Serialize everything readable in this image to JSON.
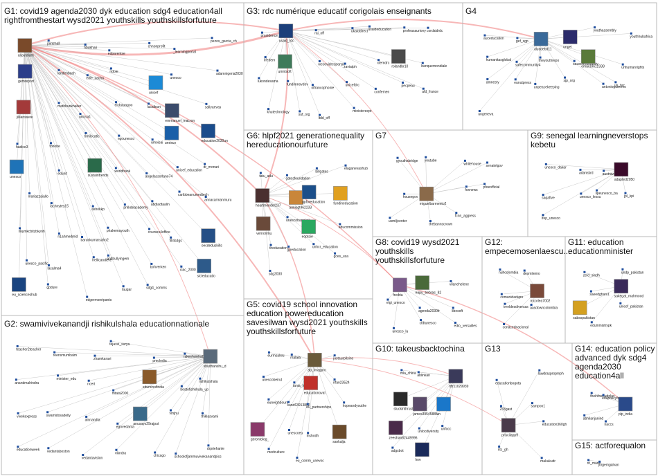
{
  "groups": [
    {
      "id": "G1",
      "title_lines": [
        "G1: covid19 agenda2030 dyk education sdg4 education4all",
        "rightfromthestart wysd2021 youthskills youthskillsforfuture"
      ]
    },
    {
      "id": "G2",
      "title_lines": [
        "G2: swamivivekanandji rishikulshala educationnationale"
      ]
    },
    {
      "id": "G3",
      "title_lines": [
        "G3: rdc numérique educatif corigolais enseignants"
      ]
    },
    {
      "id": "G4",
      "title_lines": [
        "G4"
      ]
    },
    {
      "id": "G5",
      "title_lines": [
        "G5: covid19 school innovation",
        "education powereducation",
        "savesilwan wysd2021 youthskills",
        "youthskillsforfuture"
      ]
    },
    {
      "id": "G6",
      "title_lines": [
        "G6: hlpf2021 generationequality",
        "hereducationourfuture"
      ]
    },
    {
      "id": "G7",
      "title_lines": [
        "G7"
      ]
    },
    {
      "id": "G8",
      "title_lines": [
        "G8: covid19 wysd2021",
        "youthskills",
        "youthskillsforfuture"
      ]
    },
    {
      "id": "G9",
      "title_lines": [
        "G9: senegal learningneverstops",
        "kebetu"
      ]
    },
    {
      "id": "G10",
      "title_lines": [
        "G10: takeusbacktochina"
      ]
    },
    {
      "id": "G11",
      "title_lines": [
        "G11: education",
        "educationminister"
      ]
    },
    {
      "id": "G12",
      "title_lines": [
        "G12:",
        "empecemosenlaescu..."
      ]
    },
    {
      "id": "G13",
      "title_lines": [
        "G13"
      ]
    },
    {
      "id": "G14",
      "title_lines": [
        "G14: education policy",
        "advanced dyk sdg4",
        "agenda2030",
        "education4all"
      ]
    },
    {
      "id": "G15",
      "title_lines": [
        "G15: actforequalon"
      ]
    }
  ],
  "nodes": [
    {
      "label": "aljoutalam",
      "group": "G1",
      "avatar": true,
      "color": "#7a4a2a"
    },
    {
      "label": "jointmall",
      "group": "G1"
    },
    {
      "label": "hbukhari",
      "group": "G1"
    },
    {
      "label": "edparentse",
      "group": "G1"
    },
    {
      "label": "chnonprofit",
      "group": "G1"
    },
    {
      "label": "_learningportal",
      "group": "G1"
    },
    {
      "label": "pezos_garcia_ch",
      "group": "G1"
    },
    {
      "label": "gemreport",
      "group": "G1",
      "avatar": true,
      "color": "#2c3e8a"
    },
    {
      "label": "landenbach",
      "group": "G1"
    },
    {
      "label": "edie_zacha",
      "group": "G1"
    },
    {
      "label": "ndole",
      "group": "G1"
    },
    {
      "label": "unicef",
      "group": "G1",
      "avatar": true,
      "color": "#1c8ad6"
    },
    {
      "label": "unesco",
      "group": "G1"
    },
    {
      "label": "adamnigeria2030",
      "group": "G1"
    },
    {
      "label": "jillianssere",
      "group": "G1",
      "avatar": true,
      "color": "#a33a3a"
    },
    {
      "label": "mathbunkhalter",
      "group": "G1"
    },
    {
      "label": "unicsa1",
      "group": "G1"
    },
    {
      "label": "eicbauagoo",
      "group": "G1"
    },
    {
      "label": "lucalicon",
      "group": "G1"
    },
    {
      "label": "emmanuel_macron",
      "group": "G1",
      "avatar": true,
      "color": "#3b4b6b"
    },
    {
      "label": "sallyaevas",
      "group": "G1"
    },
    {
      "label": "hadice3",
      "group": "G1"
    },
    {
      "label": "tonobe",
      "group": "G1"
    },
    {
      "label": "timilccatic",
      "group": "G1"
    },
    {
      "label": "ngounesco",
      "group": "G1"
    },
    {
      "label": "umoisai",
      "group": "G1"
    },
    {
      "label": "unesco",
      "group": "G1",
      "avatar": true,
      "color": "#1a5fa8"
    },
    {
      "label": "education2030un",
      "group": "G1",
      "avatar": true,
      "color": "#1a4c8c"
    },
    {
      "label": "unesco",
      "group": "G1",
      "avatar": true,
      "color": "#1f73b7"
    },
    {
      "label": "edunit",
      "group": "G1"
    },
    {
      "label": "sustaintrends",
      "group": "G1",
      "avatar": true,
      "color": "#2a6a4a"
    },
    {
      "label": "worldbank",
      "group": "G1"
    },
    {
      "label": "angelacsorlano74",
      "group": "G1"
    },
    {
      "label": "unicef_education",
      "group": "G1"
    },
    {
      "label": "dr_monari",
      "group": "G1"
    },
    {
      "label": "mariazzaiallo",
      "group": "G1"
    },
    {
      "label": "lachnytes15",
      "group": "G1"
    },
    {
      "label": "ashokkp",
      "group": "G1"
    },
    {
      "label": "prkkdeacademy",
      "group": "G1"
    },
    {
      "label": "abdiadtaalin",
      "group": "G1"
    },
    {
      "label": "caribbeanumedtech",
      "group": "G1"
    },
    {
      "label": "annacarmanmuru",
      "group": "G1"
    },
    {
      "label": "nkymkcbitzbkynh",
      "group": "G1"
    },
    {
      "label": "n1ahmedmid",
      "group": "G1"
    },
    {
      "label": "barunkumarsaho2",
      "group": "G1"
    },
    {
      "label": "phakemayouth",
      "group": "G1"
    },
    {
      "label": "courses4office",
      "group": "G1"
    },
    {
      "label": "fill4sdgs",
      "group": "G1"
    },
    {
      "label": "oecdeduskills",
      "group": "G1",
      "avatar": true,
      "color": "#254f86"
    },
    {
      "label": "unesco_pacific",
      "group": "G1"
    },
    {
      "label": "lacalma4",
      "group": "G1"
    },
    {
      "label": "hellicandiere",
      "group": "G1"
    },
    {
      "label": "antibullyingem",
      "group": "G1"
    },
    {
      "label": "bohverken",
      "group": "G1"
    },
    {
      "label": "ciac_2000",
      "group": "G1"
    },
    {
      "label": "sicleducatio",
      "group": "G1",
      "avatar": true,
      "color": "#2d5a8a"
    },
    {
      "label": "eu_scienceshub",
      "group": "G1",
      "avatar": true,
      "color": "#1a4480"
    },
    {
      "label": "gpdure",
      "group": "G1"
    },
    {
      "label": "edgermonripants",
      "group": "G1"
    },
    {
      "label": "laugar",
      "group": "G1"
    },
    {
      "label": "sdg4_comms",
      "group": "G1"
    },
    {
      "label": "prasidence_rdc",
      "group": "G3"
    },
    {
      "label": "usaid_rdc",
      "group": "G3",
      "avatar": true,
      "color": "#1b3f7a"
    },
    {
      "label": "rai_off",
      "group": "G3"
    },
    {
      "label": "ukaiddirect",
      "group": "G3"
    },
    {
      "label": "usaideducation",
      "group": "G3"
    },
    {
      "label": "profeasauriony",
      "group": "G3"
    },
    {
      "label": "cordaidrdc",
      "group": "G3"
    },
    {
      "label": "lifedem",
      "group": "G3"
    },
    {
      "label": "umntsoft",
      "group": "G3",
      "avatar": true,
      "color": "#3f7a5a"
    },
    {
      "label": "wecovidresponse",
      "group": "G3"
    },
    {
      "label": "zaviatph",
      "group": "G3"
    },
    {
      "label": "xtemdrc",
      "group": "G3"
    },
    {
      "label": "rolandbr10",
      "group": "G3",
      "avatar": true,
      "color": "#4a4a4a"
    },
    {
      "label": "banquemondiale",
      "group": "G3"
    },
    {
      "label": "lukondesama",
      "group": "G3"
    },
    {
      "label": "fundimnovdev",
      "group": "G3"
    },
    {
      "label": "oifrancophonie",
      "group": "G3"
    },
    {
      "label": "unicefdrc",
      "group": "G3"
    },
    {
      "label": "confemen",
      "group": "G3"
    },
    {
      "label": "pecpeau",
      "group": "G3"
    },
    {
      "label": "afd_france",
      "group": "G3"
    },
    {
      "label": "khutechnology",
      "group": "G3"
    },
    {
      "label": "suf_org",
      "group": "G3"
    },
    {
      "label": "ltdd_off",
      "group": "G3"
    },
    {
      "label": "ministereept",
      "group": "G3"
    },
    {
      "label": "auceducation",
      "group": "G4"
    },
    {
      "label": "gef_sgp",
      "group": "G4"
    },
    {
      "label": "alyadebd11",
      "group": "G4",
      "avatar": true,
      "color": "#3a6a9a"
    },
    {
      "label": "ungei",
      "group": "G4",
      "avatar": true,
      "color": "#2b2b6b"
    },
    {
      "label": "youthassembly",
      "group": "G4"
    },
    {
      "label": "youthhubafrica",
      "group": "G4"
    },
    {
      "label": "humanitasglobal",
      "group": "G4"
    },
    {
      "label": "safecommunity4",
      "group": "G4"
    },
    {
      "label": "theyouthrepo",
      "group": "G4"
    },
    {
      "label": "saued4humanity",
      "group": "G4"
    },
    {
      "label": "omar39612338",
      "group": "G4",
      "avatar": true,
      "color": "#5a7a3a"
    },
    {
      "label": "unhumanrights",
      "group": "G4"
    },
    {
      "label": "amnesty",
      "group": "G4"
    },
    {
      "label": "eunutpress",
      "group": "G4"
    },
    {
      "label": "unpeacekeeping",
      "group": "G4"
    },
    {
      "label": "sjp_org",
      "group": "G4"
    },
    {
      "label": "antonioguterres",
      "group": "G4"
    },
    {
      "label": "un_hrc",
      "group": "G4"
    },
    {
      "label": "ungeneva",
      "group": "G4"
    },
    {
      "label": "tatu_adu",
      "group": "G6"
    },
    {
      "label": "gatesfoundation",
      "group": "G6"
    },
    {
      "label": "billgates",
      "group": "G6"
    },
    {
      "label": "elaganevashub",
      "group": "G6"
    },
    {
      "label": "heartmender237",
      "group": "G6",
      "avatar": true,
      "color": "#4a3030"
    },
    {
      "label": "aunisgt462233",
      "group": "G6",
      "avatar": true,
      "color": "#c9863a"
    },
    {
      "label": "gpforeducation",
      "group": "G6",
      "avatar": true,
      "color": "#1b4f8a"
    },
    {
      "label": "fundineducation",
      "group": "G6",
      "avatar": true,
      "color": "#e0a020"
    },
    {
      "label": "vernonmu",
      "group": "G6",
      "avatar": true,
      "color": "#6a4a3a"
    },
    {
      "label": "unescobangkok",
      "group": "G6"
    },
    {
      "label": "eoptsie",
      "group": "G6",
      "avatar": true,
      "color": "#2aa860"
    },
    {
      "label": "educommission",
      "group": "G6"
    },
    {
      "label": "theducation",
      "group": "G6"
    },
    {
      "label": "gpeducation",
      "group": "G6"
    },
    {
      "label": "unhcr_education",
      "group": "G6"
    },
    {
      "label": "gces_usa",
      "group": "G6"
    },
    {
      "label": "sdg2030",
      "group": "G6"
    },
    {
      "label": "gyouthsbridge",
      "group": "G7"
    },
    {
      "label": "youtube",
      "group": "G7"
    },
    {
      "label": "whitehouse",
      "group": "G7"
    },
    {
      "label": "senatelgov",
      "group": "G7"
    },
    {
      "label": "housegov",
      "group": "G7"
    },
    {
      "label": "miguelbarmento2",
      "group": "G7",
      "avatar": true,
      "color": "#8a6a4a"
    },
    {
      "label": "foxnews",
      "group": "G7"
    },
    {
      "label": "pfoeofficial",
      "group": "G7"
    },
    {
      "label": "usmiljcenter",
      "group": "G7"
    },
    {
      "label": "thebannscrown",
      "group": "G7"
    },
    {
      "label": "fcnn_aggress",
      "group": "G7"
    },
    {
      "label": "unesco_dakar",
      "group": "G9"
    },
    {
      "label": "adanistrd",
      "group": "G9"
    },
    {
      "label": "austravels",
      "group": "G9"
    },
    {
      "label": "adapted2050",
      "group": "G9",
      "avatar": true,
      "color": "#3a0a2a"
    },
    {
      "label": "saqafive",
      "group": "G9"
    },
    {
      "label": "unesco_lessu",
      "group": "G9"
    },
    {
      "label": "lipeunesco_ba",
      "group": "G9"
    },
    {
      "label": "jpl_kpi",
      "group": "G9"
    },
    {
      "label": "lfep_unesco",
      "group": "G9"
    },
    {
      "label": "fredria",
      "group": "G8",
      "avatar": true,
      "color": "#7a5a8a"
    },
    {
      "label": "eapu_bebras_82",
      "group": "G8",
      "avatar": true,
      "color": "#4a6a3a"
    },
    {
      "label": "vilanehelene",
      "group": "G8"
    },
    {
      "label": "elgi_unesco",
      "group": "G8"
    },
    {
      "label": "agenda2030fr",
      "group": "G8"
    },
    {
      "label": "libesoft",
      "group": "G8"
    },
    {
      "label": "unesco_lu",
      "group": "G8"
    },
    {
      "label": "cfdtunesco",
      "group": "G8"
    },
    {
      "label": "edio_versailles",
      "group": "G8"
    },
    {
      "label": "nuhcolombia",
      "group": "G12"
    },
    {
      "label": "desmitemo",
      "group": "G12"
    },
    {
      "label": "comunidadupn",
      "group": "G12"
    },
    {
      "label": "mcorlea7002",
      "group": "G12",
      "avatar": true,
      "color": "#7a4a3a"
    },
    {
      "label": "tmvldesdiversas",
      "group": "G12"
    },
    {
      "label": "aasdowncolombia",
      "group": "G12"
    },
    {
      "label": "conacednacional",
      "group": "G12"
    },
    {
      "label": "zeid_sindh",
      "group": "G11"
    },
    {
      "label": "undp_pakistan",
      "group": "G11"
    },
    {
      "label": "saeedghani1",
      "group": "G11"
    },
    {
      "label": "sakegat_mahmood",
      "group": "G11",
      "avatar": true,
      "color": "#3a2a5a"
    },
    {
      "label": "sabsspakistan",
      "group": "G11",
      "avatar": true,
      "color": "#d4a020"
    },
    {
      "label": "unicef_pakistan",
      "group": "G11"
    },
    {
      "label": "eduministrypk",
      "group": "G11"
    },
    {
      "label": "teacher2teacher",
      "group": "G2"
    },
    {
      "label": "reensmumbaim",
      "group": "G2"
    },
    {
      "label": "zhamkaravi",
      "group": "G2"
    },
    {
      "label": "tejasvi_surya",
      "group": "G2"
    },
    {
      "label": "pmolndia",
      "group": "G2"
    },
    {
      "label": "rakeshsinha01",
      "group": "G2"
    },
    {
      "label": "shudhanshu_d",
      "group": "G2",
      "avatar": true,
      "color": "#5a6a7a"
    },
    {
      "label": "anandmahindra",
      "group": "G2"
    },
    {
      "label": "minister_edu",
      "group": "G2"
    },
    {
      "label": "ncert",
      "group": "G2"
    },
    {
      "label": "mtata2000",
      "group": "G2"
    },
    {
      "label": "eduminofindia",
      "group": "G2",
      "avatar": true,
      "color": "#8a5a2a"
    },
    {
      "label": "beatofishkhala_up",
      "group": "G2"
    },
    {
      "label": "rishikulshala",
      "group": "G2"
    },
    {
      "label": "vivekexpress",
      "group": "G2"
    },
    {
      "label": "swamidosadelly",
      "group": "G2"
    },
    {
      "label": "alnnandta",
      "group": "G2"
    },
    {
      "label": "egovedanta",
      "group": "G2"
    },
    {
      "label": "anusayo29rajput",
      "group": "G2",
      "avatar": true,
      "color": "#3a6a8a"
    },
    {
      "label": "vmjhu",
      "group": "G2"
    },
    {
      "label": "thiklasvami",
      "group": "G2"
    },
    {
      "label": "educationweek",
      "group": "G2"
    },
    {
      "label": "vedantaboston",
      "group": "G2"
    },
    {
      "label": "vedantavision",
      "group": "G2"
    },
    {
      "label": "vikndra",
      "group": "G2"
    },
    {
      "label": "chicago",
      "group": "G2"
    },
    {
      "label": "schoolofjammuvivekanandpics",
      "group": "G2"
    },
    {
      "label": "drpriehanle",
      "group": "G2"
    },
    {
      "label": "eurmsalwu",
      "group": "G5"
    },
    {
      "label": "malala",
      "group": "G5"
    },
    {
      "label": "ab_imagpro",
      "group": "G5",
      "avatar": true,
      "color": "#6a5a3a"
    },
    {
      "label": "justaurpilsino",
      "group": "G5"
    },
    {
      "label": "unescobeirut",
      "group": "G5"
    },
    {
      "label": "tania_lulu",
      "group": "G5"
    },
    {
      "label": "educationoval",
      "group": "G5",
      "avatar": true,
      "color": "#c0302a"
    },
    {
      "label": "irfan23524",
      "group": "G5"
    },
    {
      "label": "euneighbours",
      "group": "G5"
    },
    {
      "label": "sand63913852",
      "group": "G5"
    },
    {
      "label": "eu_partnerships",
      "group": "G5"
    },
    {
      "label": "hopeandyouthe",
      "group": "G5"
    },
    {
      "label": "gerontolog_",
      "group": "G5",
      "avatar": true,
      "color": "#8a3a6a"
    },
    {
      "label": "unescoeu",
      "group": "G5"
    },
    {
      "label": "lnshodh",
      "group": "G5"
    },
    {
      "label": "sankalja",
      "group": "G5",
      "avatar": true,
      "color": "#6a4a2a"
    },
    {
      "label": "medculture",
      "group": "G5"
    },
    {
      "label": "eu_comm_unevoc",
      "group": "G5"
    },
    {
      "label": "mla_china",
      "group": "G10"
    },
    {
      "label": "ablinkan",
      "group": "G10"
    },
    {
      "label": "rifz11029939",
      "group": "G10",
      "avatar": true,
      "color": "#3a3a5a"
    },
    {
      "label": "stucklnthrust",
      "group": "G10",
      "avatar": true,
      "color": "#2a2a2a"
    },
    {
      "label": "james39545885",
      "group": "G10",
      "avatar": true,
      "color": "#5a4a6a"
    },
    {
      "label": "un",
      "group": "G10",
      "avatar": true,
      "color": "#1a77c9"
    },
    {
      "label": "zeeshan82445996",
      "group": "G10",
      "avatar": true,
      "color": "#4a2a4a"
    },
    {
      "label": "unlocdiversity",
      "group": "G10"
    },
    {
      "label": "unfocc",
      "group": "G10"
    },
    {
      "label": "adgsbot",
      "group": "G10"
    },
    {
      "label": "hrw",
      "group": "G10",
      "avatar": true,
      "color": "#1a2a5a"
    },
    {
      "label": "educationbogota",
      "group": "G13"
    },
    {
      "label": "lawdraspropmph",
      "group": "G13"
    },
    {
      "label": "233gast",
      "group": "G13"
    },
    {
      "label": "sampon1",
      "group": "G13"
    },
    {
      "label": "priscilapp9",
      "group": "G13",
      "avatar": true,
      "color": "#4a3a4a"
    },
    {
      "label": "education360gh",
      "group": "G13"
    },
    {
      "label": "ntc_gh",
      "group": "G13"
    },
    {
      "label": "makukudr",
      "group": "G13"
    },
    {
      "label": "theinfoedudplus",
      "group": "G14"
    },
    {
      "label": "edupolicyforum",
      "group": "G14"
    },
    {
      "label": "plp_india",
      "group": "G14",
      "avatar": true,
      "color": "#2a4a8a"
    },
    {
      "label": "abhilanjanind",
      "group": "G14"
    },
    {
      "label": "naccs",
      "group": "G14"
    },
    {
      "label": "rri_marie",
      "group": "G15"
    },
    {
      "label": "jorgemgalvan",
      "group": "G15"
    }
  ],
  "edges_note": ""
}
